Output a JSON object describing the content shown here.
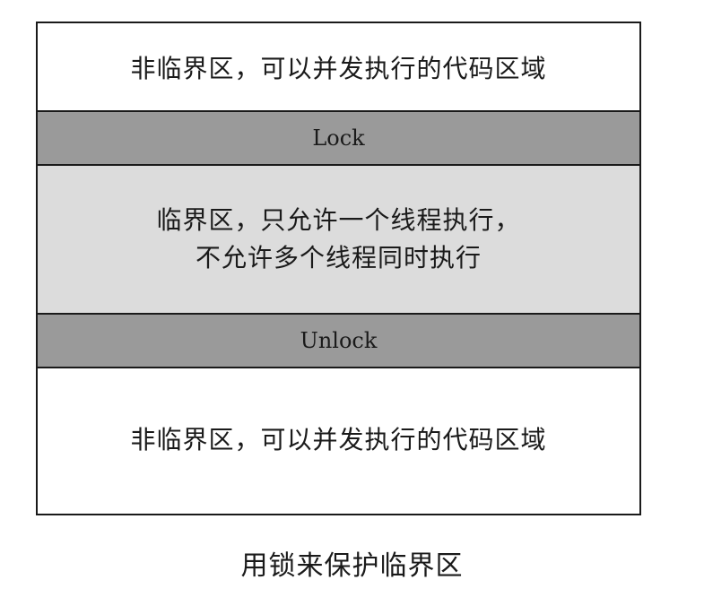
{
  "diagram": {
    "top_region": "非临界区，可以并发执行的代码区域",
    "lock_label": "Lock",
    "critical_line1": "临界区，只允许一个线程执行，",
    "critical_line2": "不允许多个线程同时执行",
    "unlock_label": "Unlock",
    "bottom_region": "非临界区，可以并发执行的代码区域"
  },
  "caption": "用锁来保护临界区",
  "colors": {
    "lock_bar": "#9a9a9a",
    "critical_region": "#dcdcdc",
    "non_critical_region": "#ffffff",
    "border": "#1a1a1a"
  }
}
